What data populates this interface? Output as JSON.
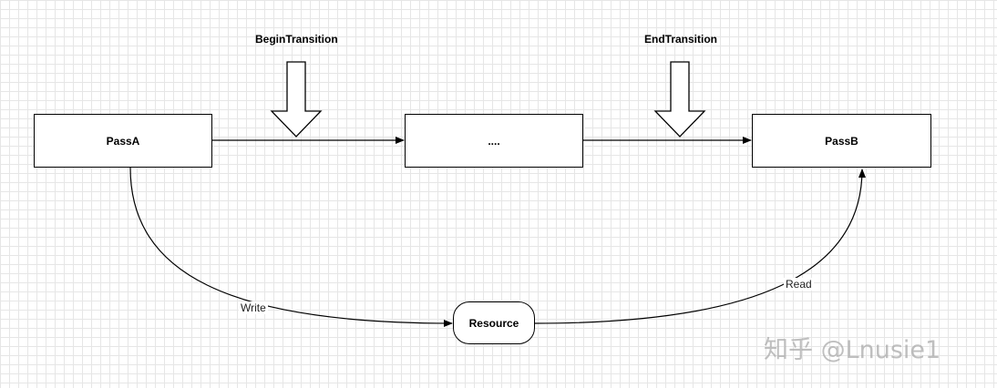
{
  "diagram": {
    "labels": {
      "begin": "BeginTransition",
      "end": "EndTransition"
    },
    "nodes": {
      "pass_a": "PassA",
      "middle": "....",
      "pass_b": "PassB",
      "resource": "Resource"
    },
    "edges": {
      "write": "Write",
      "read": "Read"
    }
  },
  "watermark": "知乎 @Lnusie1"
}
